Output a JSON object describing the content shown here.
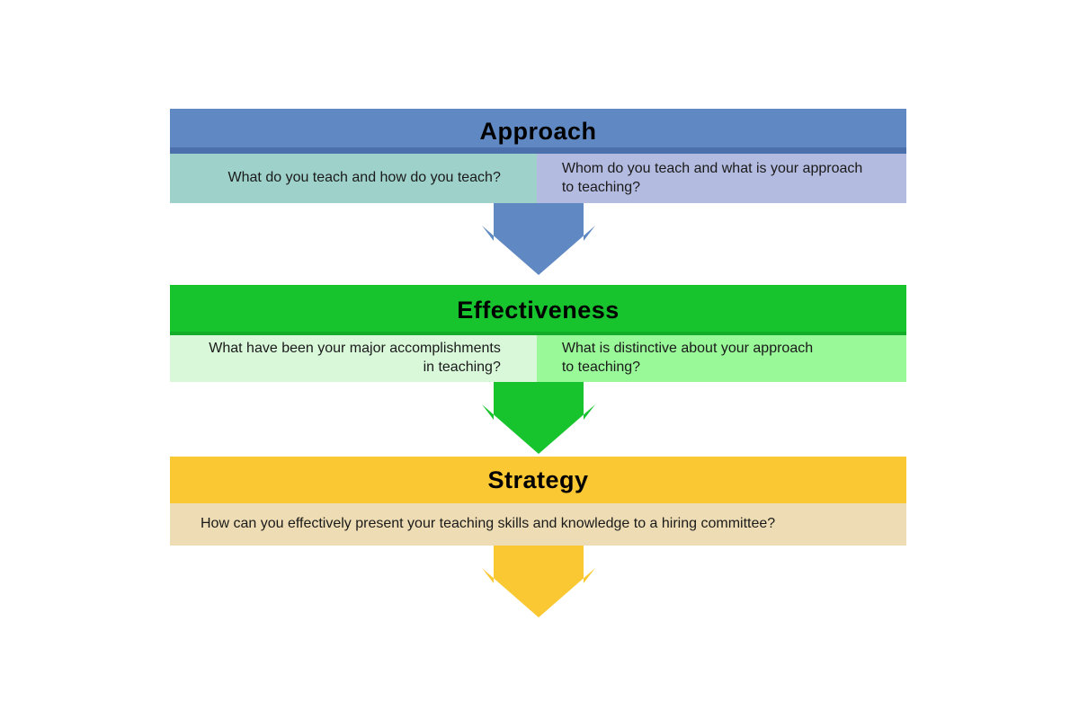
{
  "page": {
    "background_color": "#ffffff"
  },
  "diagram": {
    "name": "Teaching job search flow: Approach, Effectiveness, Strategy",
    "sections": [
      {
        "title": "Approach",
        "header_color": "#6089c4",
        "header_edge_color": "#4c70ab",
        "arrow_color": "#6089c4",
        "boxes": [
          {
            "text": "What do you teach and how do you teach?",
            "color": "#9fd1cb"
          },
          {
            "text": "Whom do you teach and what is your approach\nto teaching?",
            "color": "#b4bbe0"
          }
        ]
      },
      {
        "title": "Effectiveness",
        "header_color": "#17c42e",
        "header_edge_color": "#14ad29",
        "arrow_color": "#17c42e",
        "boxes": [
          {
            "text": "What have been your major accomplishments\nin teaching?",
            "color": "#d9f8da"
          },
          {
            "text": "What is distinctive about your approach\nto teaching?",
            "color": "#99f898"
          }
        ]
      },
      {
        "title": "Strategy",
        "header_color": "#fac833",
        "header_edge_color": "#fac833",
        "arrow_color": "#fac833",
        "boxes": [
          {
            "text": "How can you effectively present your teaching skills and knowledge to a hiring committee?",
            "color": "#eeddb4"
          }
        ]
      }
    ]
  }
}
